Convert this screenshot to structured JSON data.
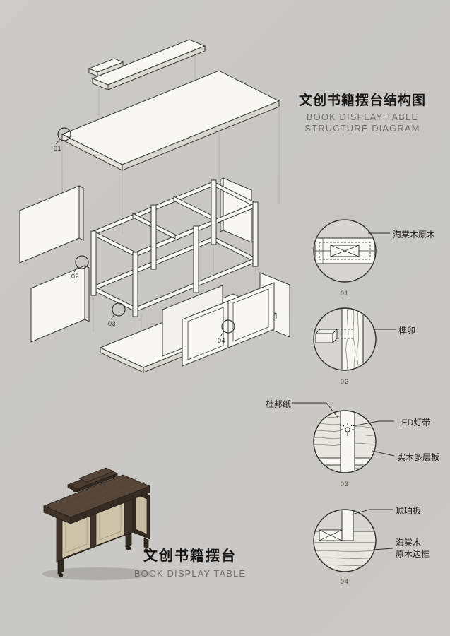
{
  "title": {
    "zh": "文创书籍摆台结构图",
    "en_line1": "BOOK DISPLAY TABLE",
    "en_line2": "STRUCTURE DIAGRAM"
  },
  "product": {
    "zh": "文创书籍摆台",
    "en": "BOOK DISPLAY TABLE"
  },
  "exploded_callouts": {
    "c1": "01",
    "c2": "02",
    "c3": "03",
    "c4": "04"
  },
  "details": {
    "d1": {
      "num": "01",
      "label_right": "海棠木原木"
    },
    "d2": {
      "num": "02",
      "label_right": "榫卯"
    },
    "d3": {
      "num": "03",
      "label_left": "杜邦纸",
      "label_right1": "LED灯带",
      "label_right2": "实木多层板"
    },
    "d4": {
      "num": "04",
      "label_right1": "琥珀板",
      "label_right2_line1": "海棠木",
      "label_right2_line2": "原木边框"
    }
  },
  "colors": {
    "background": "#c9c8c5",
    "line": "#33322f",
    "text_dark": "#171613",
    "text_gray": "#6f6e6b",
    "panel_white": "#f8f7f4",
    "wood_dark": "#3e332b",
    "panel_cream": "#cfc3aa"
  }
}
